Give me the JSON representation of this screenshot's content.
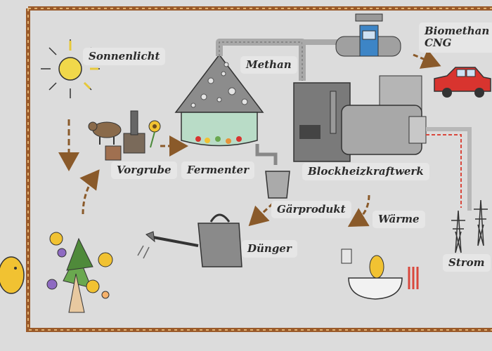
{
  "labels": {
    "sunlight": "Sonnenlicht",
    "methane": "Methan",
    "biomethane": "Biomethan\nCNG",
    "pre_pit": "Vorgrube",
    "fermenter": "Fermenter",
    "chp_plant": "Blockheizkraftwerk",
    "digestate": "Gärprodukt",
    "heat": "Wärme",
    "fertilizer": "Dünger",
    "electricity": "Strom"
  },
  "colors": {
    "background": "#dcdcdc",
    "frame": "#9a5a2a",
    "arrow": "#8a5a2a",
    "pipe": "#a9a9a9",
    "sun": "#f1d84a",
    "car": "#d8342f",
    "digester_liquid": "#b9dcc7",
    "heat_pipe": "#d9473c"
  },
  "icons": [
    "sun-icon",
    "cow-icon",
    "digester-icon",
    "gas-tank-icon",
    "chp-engine-icon",
    "car-icon",
    "watering-can-icon",
    "flowers-icon",
    "power-pylon-icon",
    "bathtub-icon",
    "potato-mascot-icon"
  ]
}
